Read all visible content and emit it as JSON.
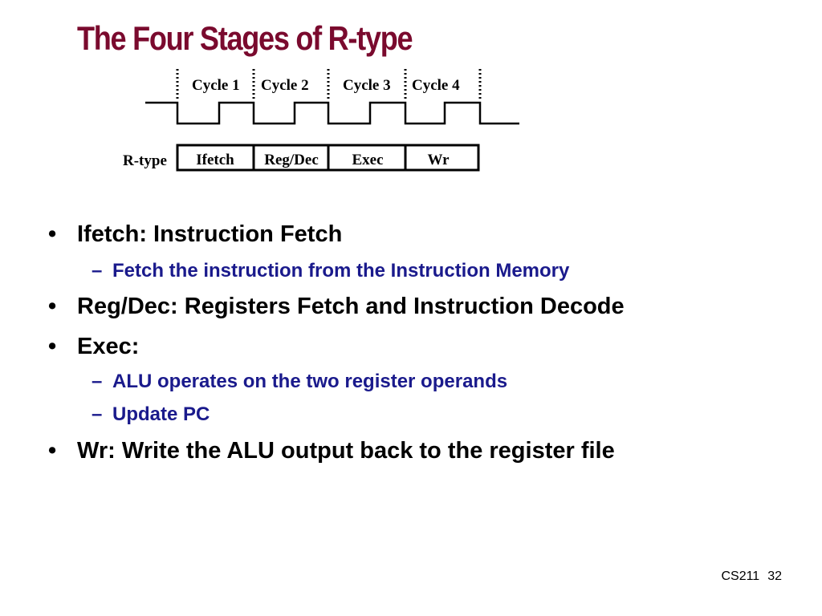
{
  "slide": {
    "title": "The Four Stages of R-type",
    "colors": {
      "title": "#7a0a2e",
      "sub_bullet": "#1a1a8c",
      "text": "#000000"
    }
  },
  "diagram": {
    "cycles": [
      "Cycle 1",
      "Cycle 2",
      "Cycle 3",
      "Cycle 4"
    ],
    "row_label": "R-type",
    "stages": [
      "Ifetch",
      "Reg/Dec",
      "Exec",
      "Wr"
    ]
  },
  "bullets": [
    {
      "text": "Ifetch: Instruction Fetch",
      "subs": [
        "Fetch the instruction from the Instruction Memory"
      ]
    },
    {
      "text": "Reg/Dec: Registers Fetch  and Instruction Decode",
      "subs": []
    },
    {
      "text": "Exec:",
      "subs": [
        "ALU operates on the two register operands",
        "Update PC"
      ]
    },
    {
      "text": "Wr: Write the ALU output back to the register file",
      "subs": []
    }
  ],
  "footer": {
    "course": "CS211",
    "page": "32"
  }
}
